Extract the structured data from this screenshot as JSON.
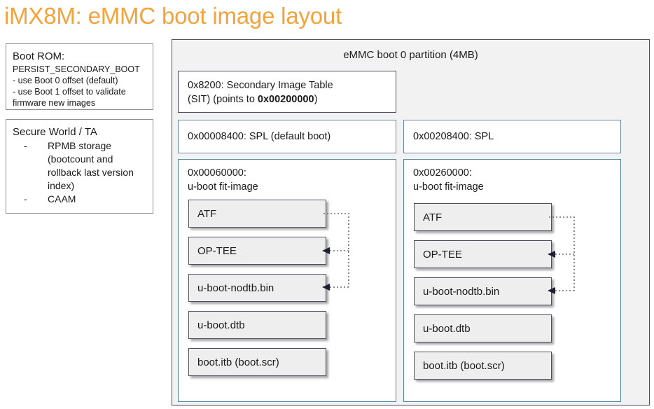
{
  "title": "iMX8M: eMMC boot image layout",
  "notes": {
    "boot_rom": {
      "heading": "Boot ROM:",
      "lines": [
        "PERSIST_SECONDARY_BOOT",
        "- use Boot 0 offset (default)",
        "- use Boot 1 offset to validate",
        "firmware new images"
      ]
    },
    "secure_world": {
      "heading": "Secure World / TA",
      "bullets": [
        {
          "dash": "-",
          "text": "RPMB storage (bootcount and rollback last version index)"
        },
        {
          "dash": "-",
          "text": "CAAM"
        }
      ]
    }
  },
  "emmc": {
    "panel_title": "eMMC boot 0 partition (4MB)",
    "sit": {
      "line1": "0x8200: Secondary Image Table",
      "line2_prefix": "(SIT) (points to ",
      "line2_bold": "0x00200000",
      "line2_suffix": ")"
    },
    "columns": [
      {
        "spl_label": "0x00008400: SPL (default boot)",
        "fit_label": "0x00060000:\nu-boot fit-image",
        "components": [
          "ATF",
          "OP-TEE",
          "u-boot-nodtb.bin",
          "u-boot.dtb",
          "boot.itb (boot.scr)"
        ]
      },
      {
        "spl_label": "0x00208400: SPL",
        "fit_label": "0x00260000:\nu-boot fit-image",
        "components": [
          "ATF",
          "OP-TEE",
          "u-boot-nodtb.bin",
          "u-boot.dtb",
          "boot.itb (boot.scr)"
        ]
      }
    ]
  },
  "colors": {
    "title_orange": "#F2A33C",
    "panel_bg": "#f2f2f2",
    "panel_border": "#4a4f63",
    "spl_border": "#6b86a8",
    "fit_border": "#4d8496",
    "comp_fill": "#eeeeee",
    "comp_border": "#4a4f63"
  }
}
